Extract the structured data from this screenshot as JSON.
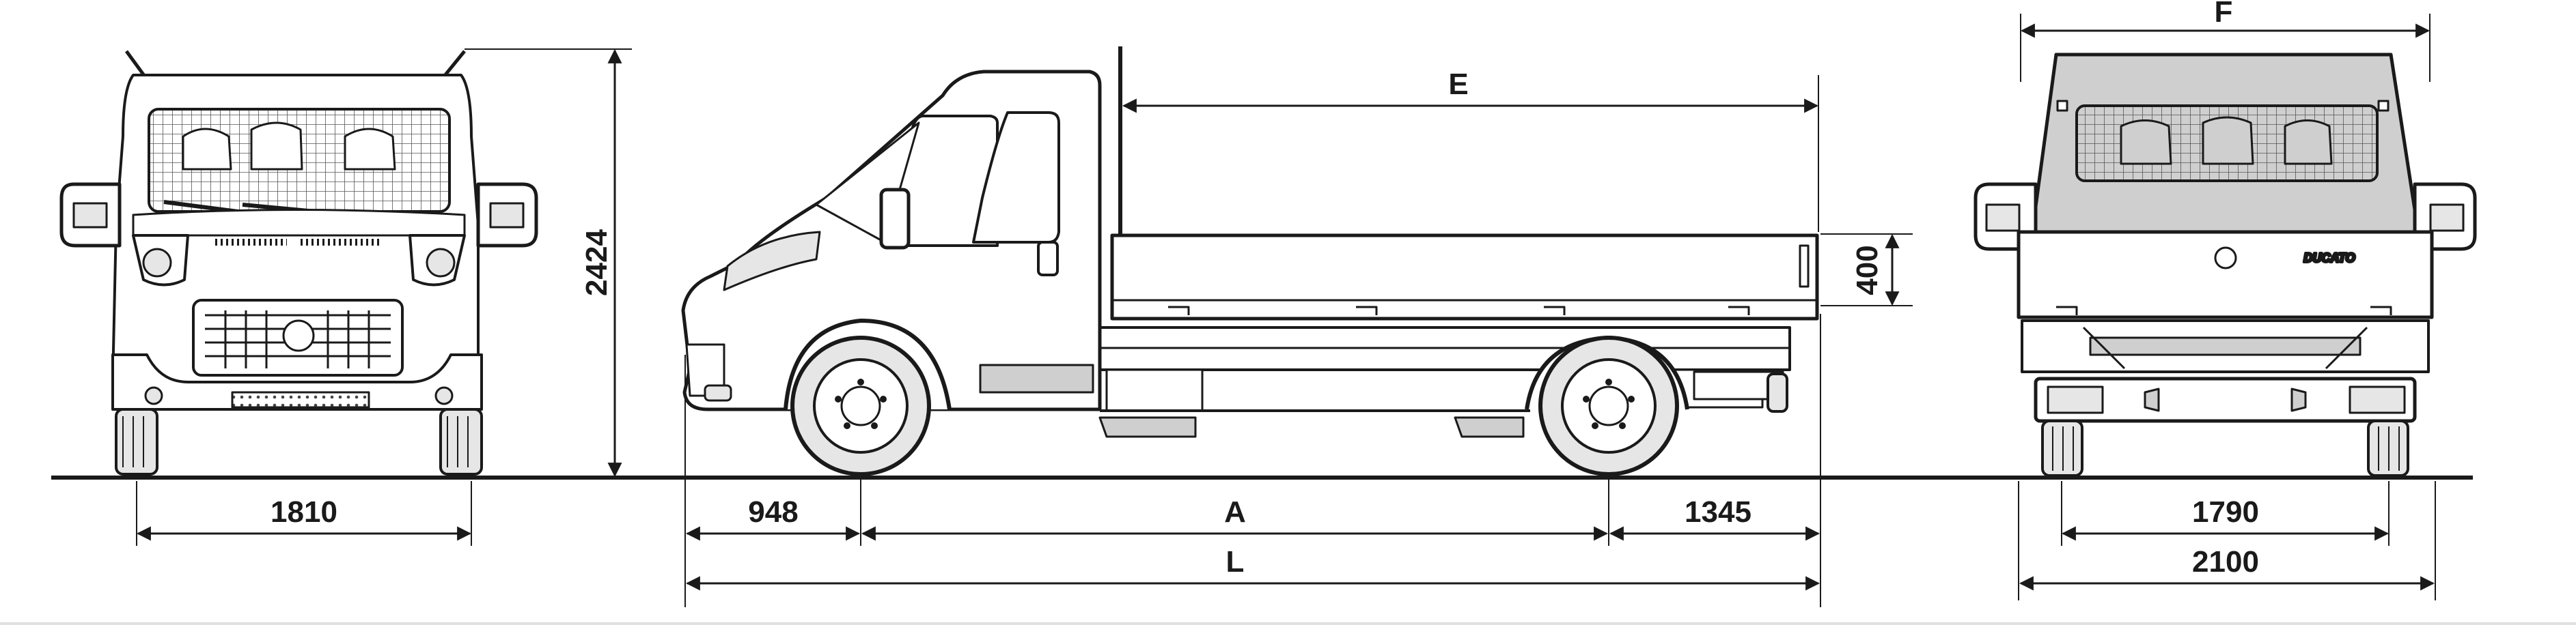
{
  "dimensions": {
    "front_track_width": "1810",
    "overall_height": "2424",
    "front_overhang": "948",
    "wheelbase": "A",
    "rear_overhang": "1345",
    "overall_length": "L",
    "platform_length": "E",
    "side_height": "400",
    "platform_width": "F",
    "rear_track_width": "1790",
    "overall_width": "2100"
  },
  "branding": {
    "model_badge": "DUCATO"
  },
  "colors": {
    "line": "#1a1a1a",
    "body_fill": "#ffffff",
    "tire_fill": "#e6e6e6",
    "shade_fill": "#cfcfcf",
    "background": "#ffffff"
  }
}
